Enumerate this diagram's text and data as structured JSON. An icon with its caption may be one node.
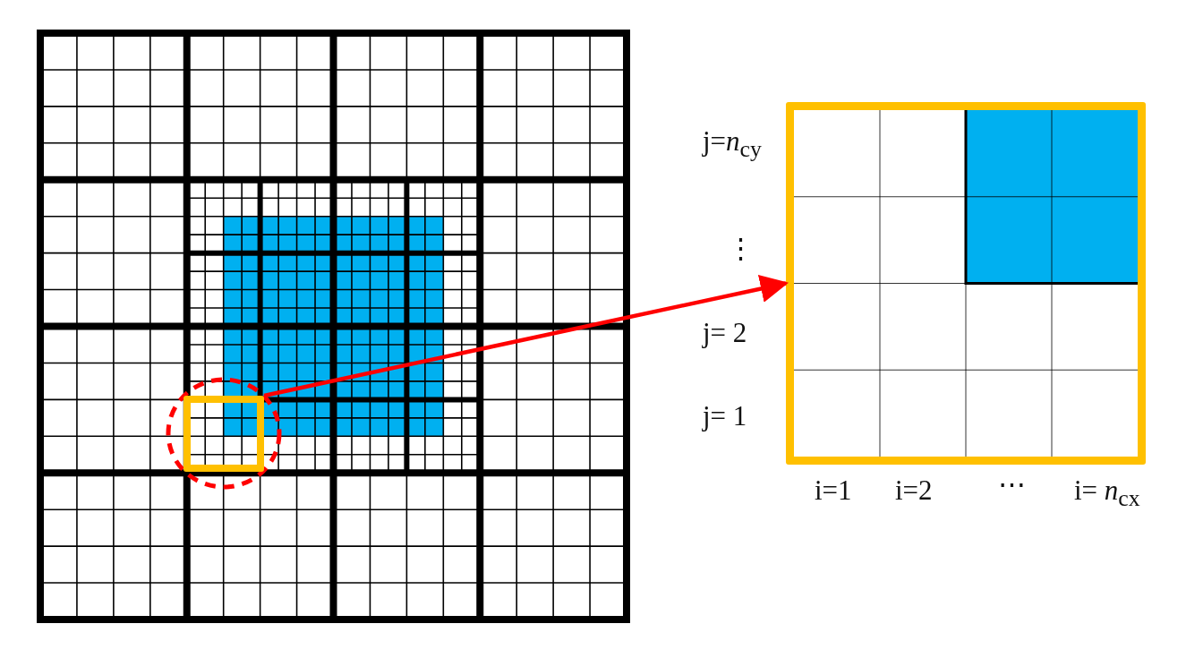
{
  "diagram": {
    "nodes": [
      {
        "text": [],
        "shape": "box"
      },
      {
        "text": [],
        "shape": "box"
      }
    ],
    "edges": [
      {
        "from": 0,
        "to": 1,
        "arrow": "to"
      }
    ],
    "labels": [
      "j=*n*$_{cy}$",
      "⋮",
      "j= 2",
      "j= 1",
      "i=1",
      "i=2",
      "⋯",
      "i= *n*$_{cx}$"
    ]
  }
}
